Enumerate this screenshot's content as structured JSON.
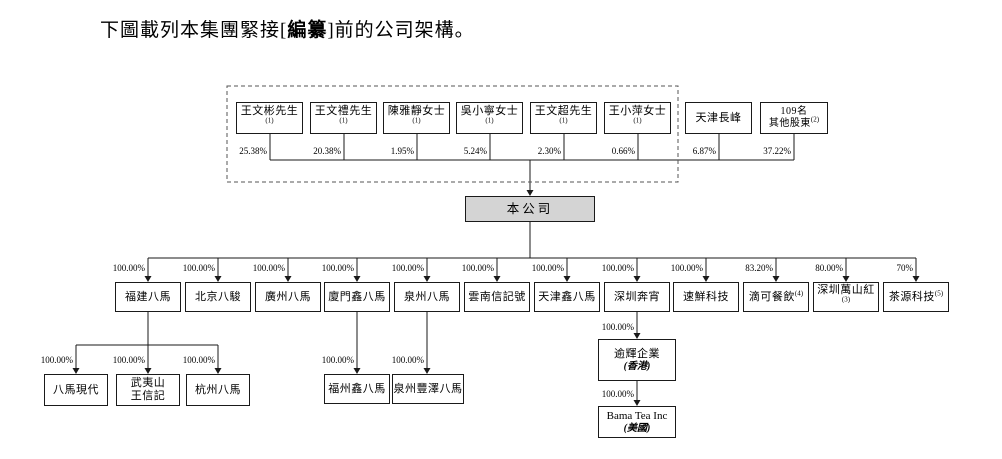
{
  "title": {
    "prefix": "下圖載列本集團緊接[",
    "redacted": "編纂",
    "suffix": "]前的公司架構。"
  },
  "company": {
    "name": "本公司"
  },
  "shareholders": [
    {
      "name": "王文彬先生",
      "sup": "(1)",
      "pct": "25.38%"
    },
    {
      "name": "王文禮先生",
      "sup": "(1)",
      "pct": "20.38%"
    },
    {
      "name": "陳雅靜女士",
      "sup": "(1)",
      "pct": "1.95%"
    },
    {
      "name": "吳小寧女士",
      "sup": "(1)",
      "pct": "5.24%"
    },
    {
      "name": "王文超先生",
      "sup": "(1)",
      "pct": "2.30%"
    },
    {
      "name": "王小萍女士",
      "sup": "(1)",
      "pct": "0.66%"
    },
    {
      "name": "天津長峰",
      "pct": "6.87%"
    },
    {
      "name": "109名",
      "line2": "其他股東",
      "sup": "(2)",
      "pct": "37.22%"
    }
  ],
  "subsidiaries": [
    {
      "name": "福建八馬",
      "pct": "100.00%"
    },
    {
      "name": "北京八駿",
      "pct": "100.00%"
    },
    {
      "name": "廣州八馬",
      "pct": "100.00%"
    },
    {
      "name": "廈門鑫八馬",
      "pct": "100.00%"
    },
    {
      "name": "泉州八馬",
      "pct": "100.00%"
    },
    {
      "name": "雲南信記號",
      "pct": "100.00%"
    },
    {
      "name": "天津鑫八馬",
      "pct": "100.00%"
    },
    {
      "name": "深圳奔宵",
      "pct": "100.00%"
    },
    {
      "name": "速鮮科技",
      "pct": "100.00%"
    },
    {
      "name": "滴可餐飲",
      "sup": "(4)",
      "pct": "83.20%"
    },
    {
      "name": "深圳萬山紅",
      "sup": "(3)",
      "pct": "80.00%"
    },
    {
      "name": "茶源科技",
      "sup": "(5)",
      "pct": "70%"
    }
  ],
  "fujian_children": [
    {
      "name": "八馬現代",
      "pct": "100.00%"
    },
    {
      "name": "武夷山",
      "line2": "王信記",
      "pct": "100.00%"
    },
    {
      "name": "杭州八馬",
      "pct": "100.00%"
    }
  ],
  "xiamen_child": {
    "name": "福州鑫八馬",
    "pct": "100.00%"
  },
  "quanzhou_child": {
    "name": "泉州豐澤八馬",
    "pct": "100.00%"
  },
  "hk_entity": {
    "name": "逾輝企業",
    "region": "(香港)",
    "pct": "100.00%"
  },
  "us_entity": {
    "name": "Bama Tea Inc",
    "region": "(美國)",
    "pct": "100.00%"
  },
  "colors": {
    "company_fill": "#d4d4d4",
    "line": "#1a1a1a",
    "box_border": "#1a1a1a",
    "dashed_border": "#555555"
  }
}
